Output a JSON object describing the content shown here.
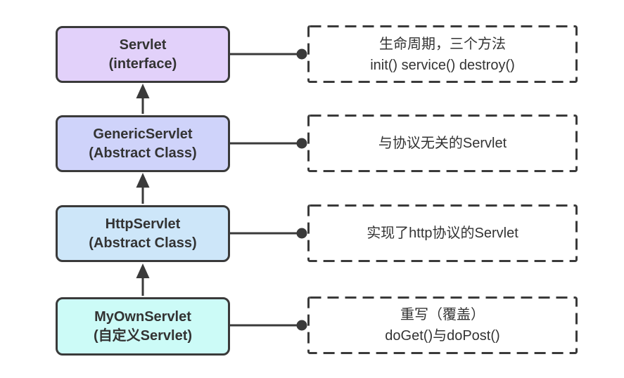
{
  "colors": {
    "background": "#ffffff",
    "stroke": "#3a3a3a",
    "text": "#333333"
  },
  "diagram": {
    "nodes": [
      {
        "title": "Servlet",
        "subtitle": "(interface)",
        "fill": "#e2d1fa",
        "note_lines": [
          "生命周期，三个方法",
          "init() service() destroy()"
        ]
      },
      {
        "title": "GenericServlet",
        "subtitle": "(Abstract Class)",
        "fill": "#cfd3fa",
        "note_lines": [
          "与协议无关的Servlet"
        ]
      },
      {
        "title": "HttpServlet",
        "subtitle": "(Abstract Class)",
        "fill": "#cde6f9",
        "note_lines": [
          "实现了http协议的Servlet"
        ]
      },
      {
        "title": "MyOwnServlet",
        "subtitle": "(自定义Servlet)",
        "fill": "#ccfbf7",
        "note_lines": [
          "重写（覆盖）",
          "doGet()与doPost()"
        ]
      }
    ]
  }
}
